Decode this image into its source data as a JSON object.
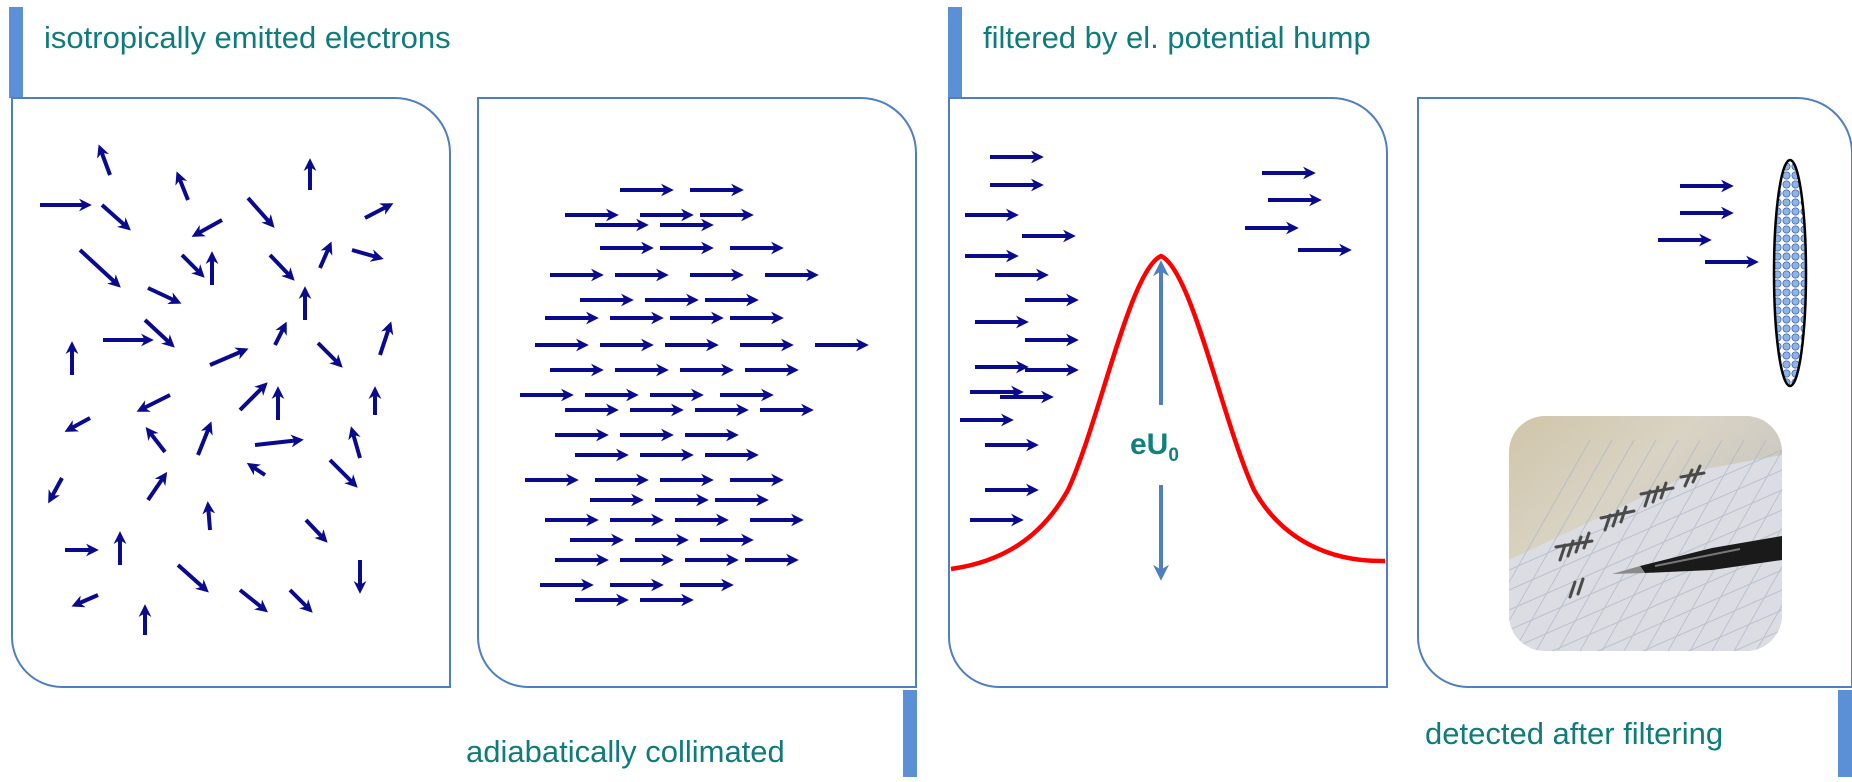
{
  "panels": {
    "isotropic": {
      "caption": "isotropically emitted electrons"
    },
    "collimated": {
      "caption": "adiabatically collimated"
    },
    "filtered": {
      "caption": "filtered by el. potential hump",
      "barrier_label": "eU",
      "barrier_subscript": "0"
    },
    "detected": {
      "caption": "detected after filtering"
    }
  },
  "colors": {
    "caption_text": "#0f7b7b",
    "panel_border": "#4f7fbf",
    "accent_bar": "#5b8fd6",
    "electron_arrow": "#0a0a8c",
    "potential_curve": "#ff0000",
    "height_arrow": "#4f7fbf",
    "detector_fill": "#8fb3e6"
  },
  "icons": {
    "electron": "arrow-icon",
    "detector": "detector-icon",
    "tally_photo": "tally-photo"
  }
}
